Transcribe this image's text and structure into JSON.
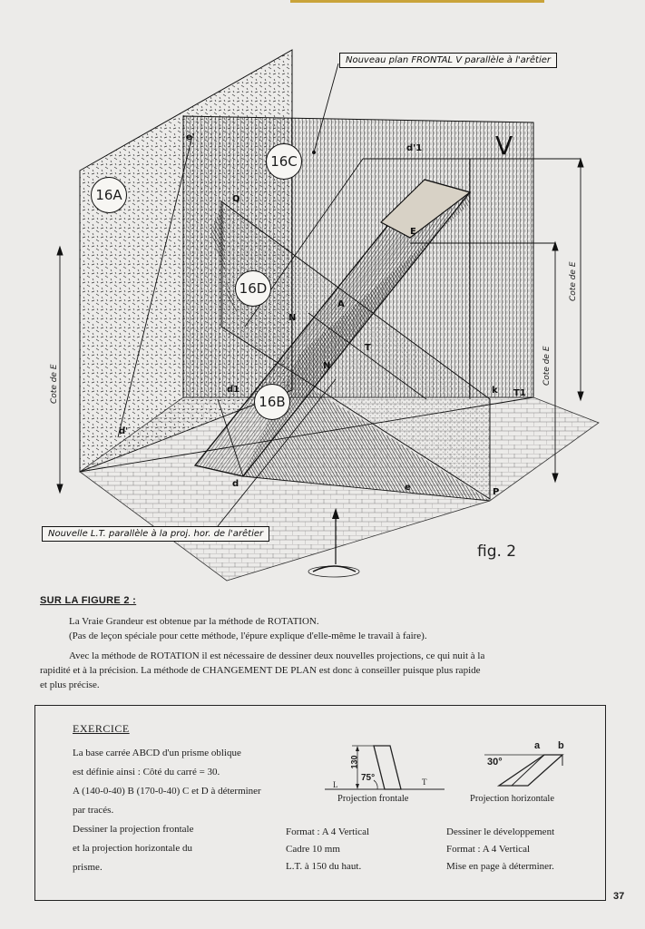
{
  "figure": {
    "label_top": "Nouveau plan FRONTAL V parallèle à l'arêtier",
    "label_bottom": "Nouvelle L.T. parallèle à la proj. hor. de l'arêtier",
    "caption": "fig. 2",
    "circles": [
      "16A",
      "16C",
      "16D",
      "16B"
    ],
    "points": {
      "e1": "e'",
      "d1": "d'1",
      "V": "V",
      "Q": "Q",
      "E": "E",
      "N": "N",
      "A": "A",
      "T": "T",
      "N2": "N",
      "d1b": "d1",
      "d": "d'",
      "dd": "d",
      "ee": "e",
      "P": "P",
      "k": "k",
      "T1": "T1"
    },
    "cote_left": "Cote de E",
    "cote_right1": "Cote de E",
    "cote_right2": "Cote de E"
  },
  "section": {
    "heading": "SUR LA FIGURE 2 :",
    "p1_line1": "La Vraie Grandeur est obtenue par la méthode de ROTATION.",
    "p1_line2": "(Pas de leçon spéciale pour cette méthode, l'épure explique d'elle-même le travail à faire).",
    "p2_line1": "Avec la méthode de ROTATION il est nécessaire de dessiner deux nouvelles projections, ce qui nuit à la",
    "p2_line2": "rapidité  et à la précision. La méthode de CHANGEMENT DE PLAN est donc à conseiller puisque plus rapide",
    "p2_line3": "et plus précise."
  },
  "exercise": {
    "title": "EXERCICE",
    "lines": [
      "La base carrée ABCD d'un prisme oblique",
      "est définie ainsi : Côté du carré  =  30.",
      "A (140-0-40) B (170-0-40) C et D à déterminer",
      "par tracés.",
      "Dessiner la projection frontale",
      "et la projection horizontale du",
      "prisme."
    ],
    "front": {
      "caption": "Projection frontale",
      "height": "130",
      "angle": "75°",
      "L": "L",
      "T": "T"
    },
    "top": {
      "caption": "Projection horizontale",
      "angle": "30°",
      "a": "a",
      "b": "b"
    },
    "specs_left": [
      "Format : A 4 Vertical",
      "Cadre 10 mm",
      "L.T. à 150 du haut."
    ],
    "specs_right": [
      "Dessiner le développement",
      "Format : A 4 Vertical",
      "Mise en page à déterminer."
    ]
  },
  "page_number": "37"
}
